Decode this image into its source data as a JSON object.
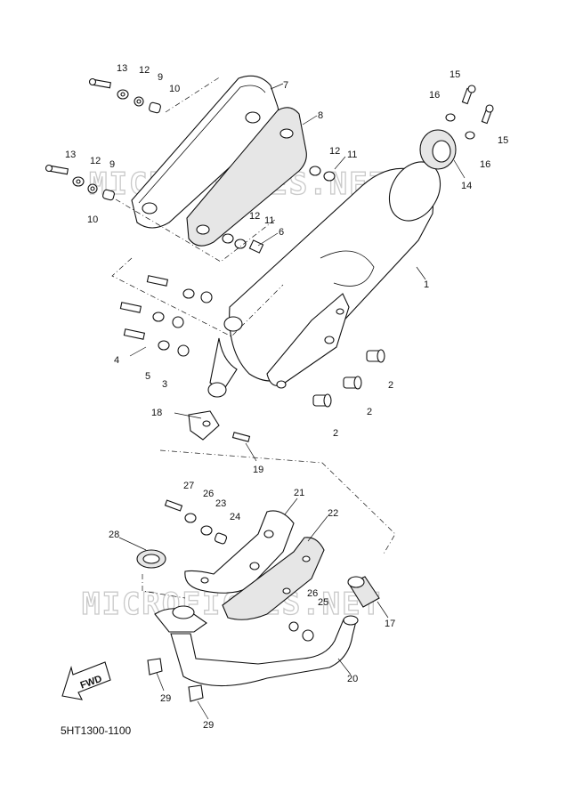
{
  "watermark": "MICROFICHES.NET",
  "fwd_label": "FWD",
  "diagram_code": "5HT1300-1100",
  "callouts": [
    {
      "id": "c13a",
      "text": "13"
    },
    {
      "id": "c12a",
      "text": "12"
    },
    {
      "id": "c9a",
      "text": "9"
    },
    {
      "id": "c10a",
      "text": "10"
    },
    {
      "id": "c7",
      "text": "7"
    },
    {
      "id": "c8",
      "text": "8"
    },
    {
      "id": "c13b",
      "text": "13"
    },
    {
      "id": "c12b",
      "text": "12"
    },
    {
      "id": "c9b",
      "text": "9"
    },
    {
      "id": "c10b",
      "text": "10"
    },
    {
      "id": "c12c",
      "text": "12"
    },
    {
      "id": "c11a",
      "text": "11"
    },
    {
      "id": "c12d",
      "text": "12"
    },
    {
      "id": "c11b",
      "text": "11"
    },
    {
      "id": "c6",
      "text": "6"
    },
    {
      "id": "c15a",
      "text": "15"
    },
    {
      "id": "c16a",
      "text": "16"
    },
    {
      "id": "c15b",
      "text": "15"
    },
    {
      "id": "c16b",
      "text": "16"
    },
    {
      "id": "c14",
      "text": "14"
    },
    {
      "id": "c1",
      "text": "1"
    },
    {
      "id": "c4",
      "text": "4"
    },
    {
      "id": "c5",
      "text": "5"
    },
    {
      "id": "c3",
      "text": "3"
    },
    {
      "id": "c2a",
      "text": "2"
    },
    {
      "id": "c2b",
      "text": "2"
    },
    {
      "id": "c2c",
      "text": "2"
    },
    {
      "id": "c18",
      "text": "18"
    },
    {
      "id": "c19",
      "text": "19"
    },
    {
      "id": "c27",
      "text": "27"
    },
    {
      "id": "c26a",
      "text": "26"
    },
    {
      "id": "c23",
      "text": "23"
    },
    {
      "id": "c24",
      "text": "24"
    },
    {
      "id": "c21",
      "text": "21"
    },
    {
      "id": "c22",
      "text": "22"
    },
    {
      "id": "c28",
      "text": "28"
    },
    {
      "id": "c26b",
      "text": "26"
    },
    {
      "id": "c25",
      "text": "25"
    },
    {
      "id": "c17",
      "text": "17"
    },
    {
      "id": "c20",
      "text": "20"
    },
    {
      "id": "c29a",
      "text": "29"
    },
    {
      "id": "c29b",
      "text": "29"
    }
  ]
}
